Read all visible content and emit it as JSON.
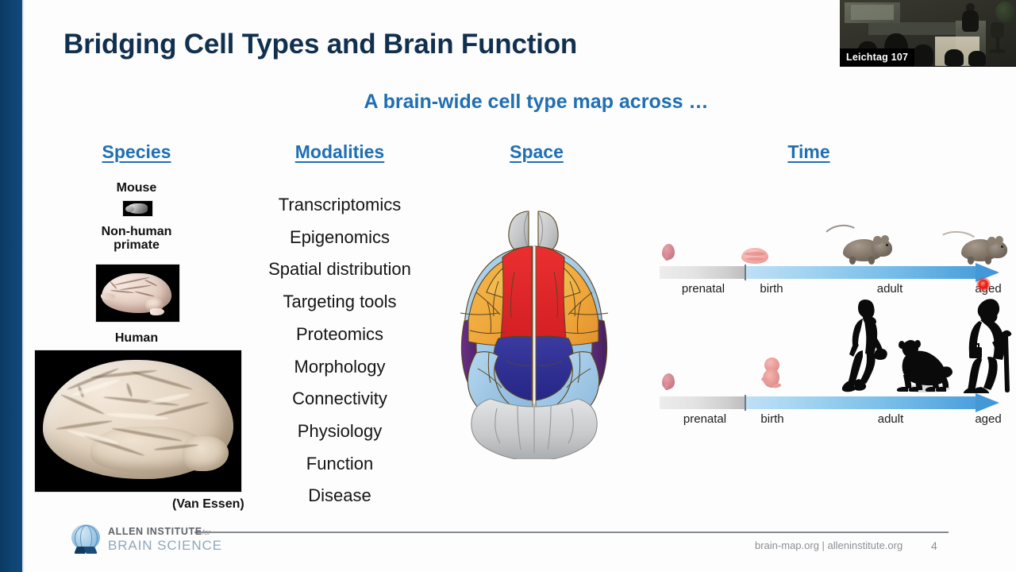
{
  "slide": {
    "title": "Bridging Cell Types and Brain Function",
    "subtitle": "A brain-wide cell type map across …"
  },
  "columns": {
    "species": "Species",
    "modalities": "Modalities",
    "space": "Space",
    "time": "Time"
  },
  "species": {
    "items": [
      {
        "label": "Mouse",
        "image": "mouse-brain-grayscale-thumbnail"
      },
      {
        "label": "Non-human\nprimate",
        "image": "macaque-brain-photo"
      },
      {
        "label": "Human",
        "image": "human-brain-photo"
      }
    ],
    "mouse_label": "Mouse",
    "nhp_label_line1": "Non-human",
    "nhp_label_line2": "primate",
    "human_label": "Human",
    "credit": "(Van Essen)"
  },
  "modalities": {
    "items": [
      "Transcriptomics",
      "Epigenomics",
      "Spatial distribution",
      "Targeting tools",
      "Proteomics",
      "Morphology",
      "Connectivity",
      "Physiology",
      "Function",
      "Disease"
    ]
  },
  "space": {
    "figure": "mouse-brain-dorsal-view-parcellation",
    "regions": [
      {
        "name": "olfactory-bulb",
        "color": "#b9bcbe"
      },
      {
        "name": "motor-cortex",
        "color": "#e3242b"
      },
      {
        "name": "somatosensory-cortex",
        "color": "#f0a93c"
      },
      {
        "name": "somatosensory-cortex-medial",
        "color": "#eebc4e"
      },
      {
        "name": "retrosplenial-posterior-parietal",
        "color": "#2e2f8f"
      },
      {
        "name": "visual-cortex",
        "color": "#9ec7e6"
      },
      {
        "name": "lateral-cortex",
        "color": "#5b2a7a"
      },
      {
        "name": "cerebellum",
        "color": "#c5c7c9"
      }
    ]
  },
  "time": {
    "tracks": [
      {
        "name": "mouse-lifespan",
        "labels": [
          "prenatal",
          "birth",
          "adult",
          "aged"
        ],
        "figures": [
          "mouse-embryo",
          "mouse-neonatal-brain",
          "adult-mouse",
          "aged-mouse"
        ]
      },
      {
        "name": "human-primate-lifespan",
        "labels": [
          "prenatal",
          "birth",
          "adult",
          "aged"
        ],
        "figures": [
          "human-embryo",
          "human-fetus",
          "adult-woman-silhouette",
          "monkey-silhouette",
          "elderly-woman-with-cane-silhouette"
        ]
      }
    ],
    "gray_segment_color": "#d7d7d7",
    "blue_segment_color": "#7fc0ea",
    "arrow_color": "#4398d8"
  },
  "pointer": {
    "name": "laser-pointer-dot",
    "color": "#e61b10"
  },
  "footer": {
    "logo_line1": "ALLEN INSTITUTE",
    "logo_for": "for",
    "logo_line2": "BRAIN SCIENCE",
    "urls": "brain-map.org | alleninstitute.org",
    "page_number": "4"
  },
  "webcam": {
    "room_label": "Leichtag 107",
    "scene": "lecture-hall-camera-feed"
  },
  "theme": {
    "title_color": "#11304f",
    "accent_blue": "#1f6fb2",
    "rail_color": "#0e4372",
    "background": "#fdfdfd"
  }
}
